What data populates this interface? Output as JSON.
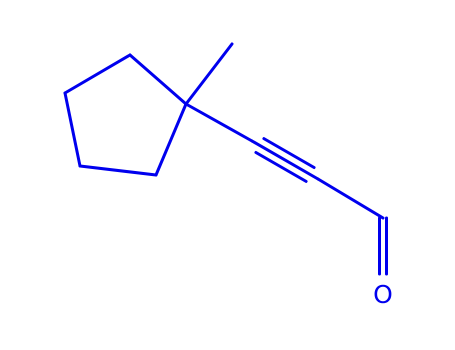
{
  "molecule": {
    "color": "#0000ee",
    "background": "#ffffff",
    "atoms": [
      {
        "id": "c-ring-1",
        "element": "C",
        "label": ""
      },
      {
        "id": "c-ring-2",
        "element": "C",
        "label": ""
      },
      {
        "id": "c-ring-3",
        "element": "C",
        "label": ""
      },
      {
        "id": "c-ring-4",
        "element": "C",
        "label": ""
      },
      {
        "id": "c-ring-5",
        "element": "C",
        "label": ""
      },
      {
        "id": "c-methyl",
        "element": "C",
        "label": ""
      },
      {
        "id": "c-alkyne-1",
        "element": "C",
        "label": ""
      },
      {
        "id": "c-alkyne-2",
        "element": "C",
        "label": ""
      },
      {
        "id": "c-aldehyde",
        "element": "C",
        "label": ""
      },
      {
        "id": "o-aldehyde",
        "element": "O",
        "label": "O"
      }
    ],
    "bonds": [
      {
        "id": "bond-ring-1-2",
        "from": "c-ring-1",
        "to": "c-ring-2",
        "order": 1
      },
      {
        "id": "bond-ring-2-3",
        "from": "c-ring-2",
        "to": "c-ring-3",
        "order": 1
      },
      {
        "id": "bond-ring-3-4",
        "from": "c-ring-3",
        "to": "c-ring-4",
        "order": 1
      },
      {
        "id": "bond-ring-4-5",
        "from": "c-ring-4",
        "to": "c-ring-5",
        "order": 1
      },
      {
        "id": "bond-ring-5-1",
        "from": "c-ring-5",
        "to": "c-ring-1",
        "order": 1
      },
      {
        "id": "bond-methyl",
        "from": "c-ring-1",
        "to": "c-methyl",
        "order": 1
      },
      {
        "id": "bond-ring-alkyne",
        "from": "c-ring-1",
        "to": "c-alkyne-1",
        "order": 1
      },
      {
        "id": "bond-triple",
        "from": "c-alkyne-1",
        "to": "c-alkyne-2",
        "order": 3
      },
      {
        "id": "bond-alkyne-aldehyde",
        "from": "c-alkyne-2",
        "to": "c-aldehyde",
        "order": 1
      },
      {
        "id": "bond-carbonyl",
        "from": "c-aldehyde",
        "to": "o-aldehyde",
        "order": 2
      }
    ]
  }
}
